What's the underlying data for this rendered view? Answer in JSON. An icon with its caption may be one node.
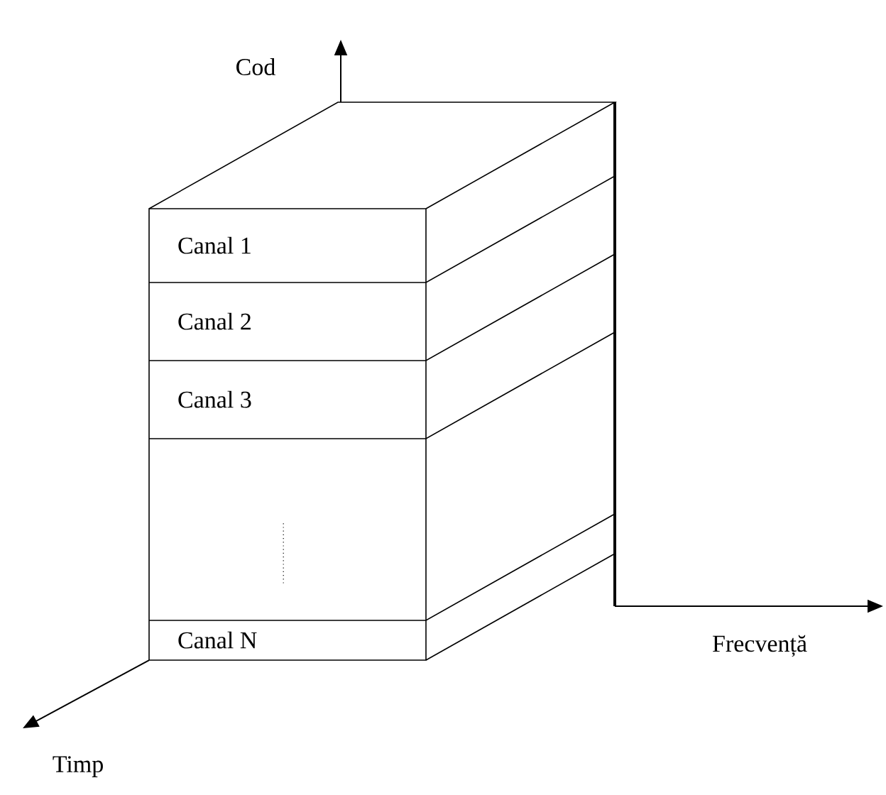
{
  "diagram": {
    "nodes": [
      {
        "text": [],
        "shape": "cuboid"
      },
      {
        "text": [
          "Canal 1"
        ],
        "in": 0
      },
      {
        "text": [
          "Canal 2"
        ],
        "in": 0
      },
      {
        "text": [
          "Canal 3"
        ],
        "in": 0
      },
      {
        "text": [],
        "shape": "box",
        "in": 0
      },
      {
        "text": [
          "Canal N"
        ],
        "in": 0
      }
    ],
    "labels": [
      "Cod",
      "Frecvență",
      "Timp"
    ]
  }
}
